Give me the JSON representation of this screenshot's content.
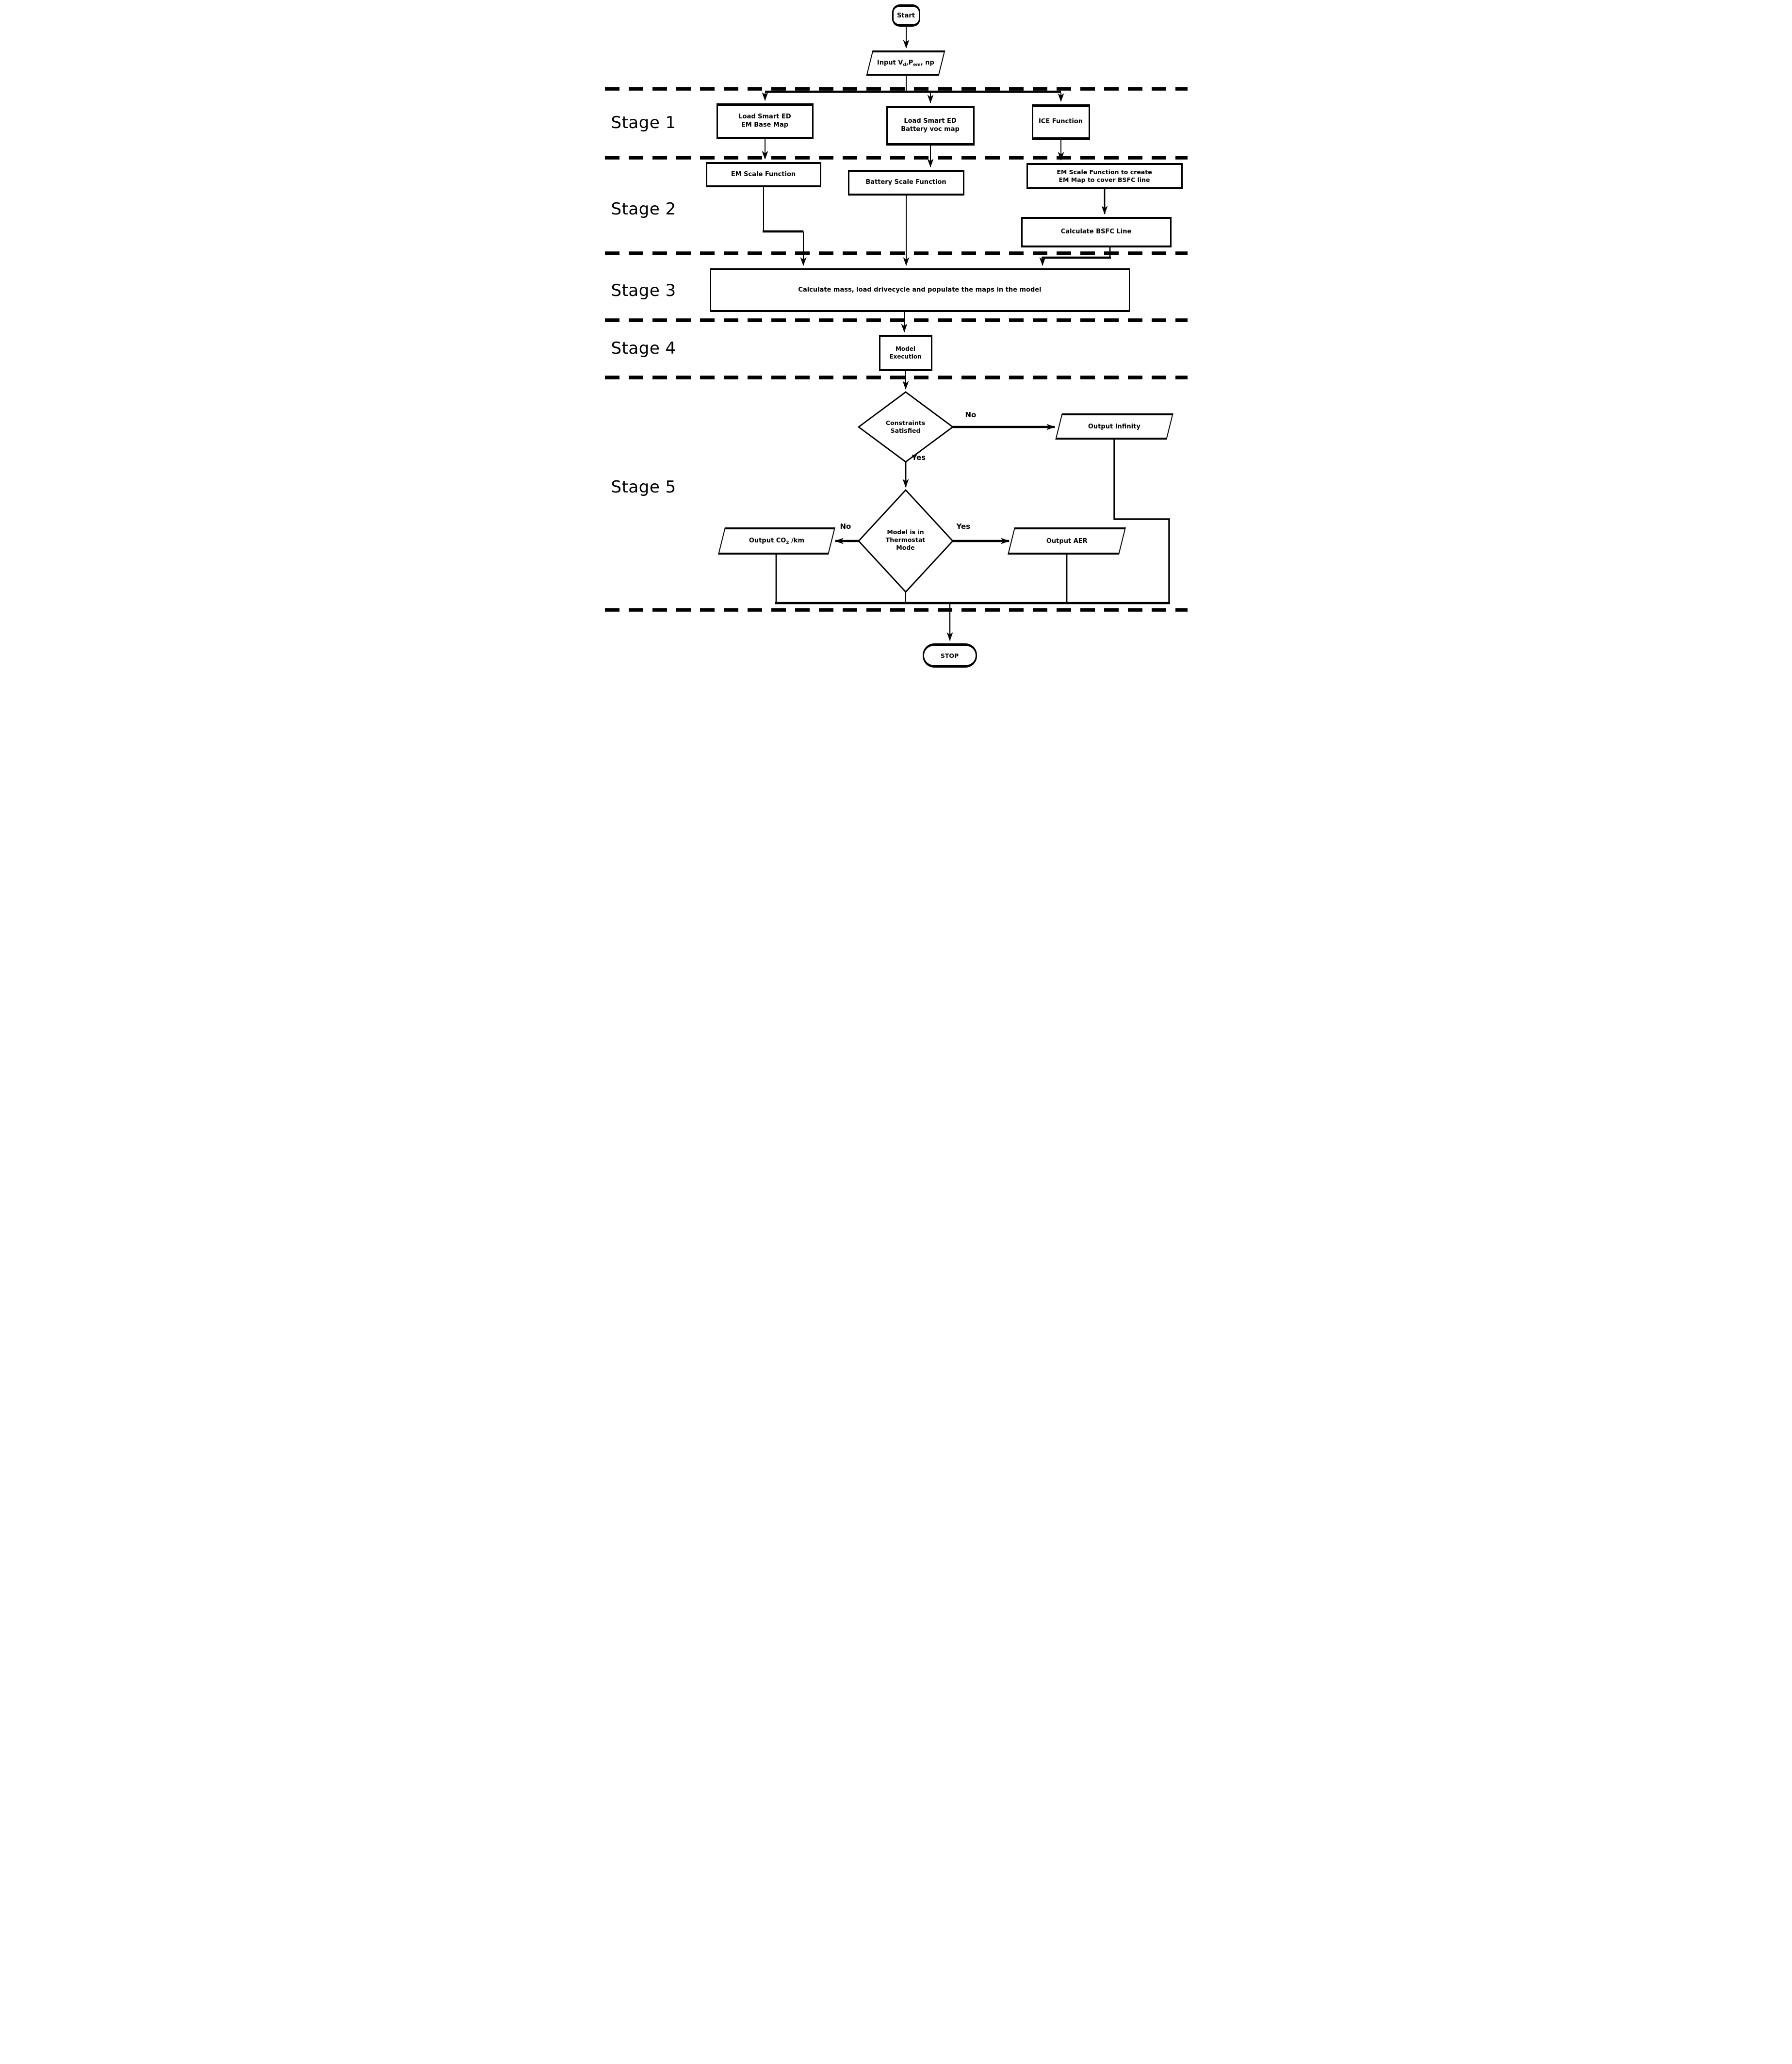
{
  "diagram": {
    "title_hint": "Five-stage smart ED simulation flowchart",
    "colors": {
      "ink": "#000000",
      "background": "#ffffff"
    },
    "stages": [
      {
        "label": "Stage 1"
      },
      {
        "label": "Stage 2"
      },
      {
        "label": "Stage 3"
      },
      {
        "label": "Stage 4"
      },
      {
        "label": "Stage 5"
      }
    ],
    "nodes": {
      "start": "Start",
      "input": {
        "pre": "Input V",
        "sub1": "d",
        "mid": ",P",
        "sub2": "em",
        "post": ", np"
      },
      "load_em_base": {
        "line1": "Load Smart ED",
        "line2": "EM Base Map"
      },
      "load_battery_voc": {
        "line1": "Load Smart ED",
        "line2": "Battery voc map"
      },
      "ice_function": "ICE Function",
      "em_scale": "EM Scale Function",
      "battery_scale": "Battery Scale Function",
      "em_scale_create": {
        "line1": "EM Scale Function to create",
        "line2": "EM Map to cover BSFC line"
      },
      "calc_bsfc": "Calculate BSFC Line",
      "stage3_process": "Calculate mass, load drivecycle and populate the maps in the model",
      "model_execution": "Model Execution",
      "constraints": {
        "line1": "Constraints",
        "line2": "Satisfied"
      },
      "output_infinity": "Output Infinity",
      "thermostat": {
        "line1": "Model is in",
        "line2": "Thermostat",
        "line3": "Mode"
      },
      "output_co2": {
        "pre": "Output CO",
        "sub": "2",
        "post": " /km"
      },
      "output_aer": "Output AER",
      "stop": "STOP"
    },
    "edge_labels": {
      "constraints_no": "No",
      "constraints_yes": "Yes",
      "thermostat_no": "No",
      "thermostat_yes": "Yes"
    }
  }
}
